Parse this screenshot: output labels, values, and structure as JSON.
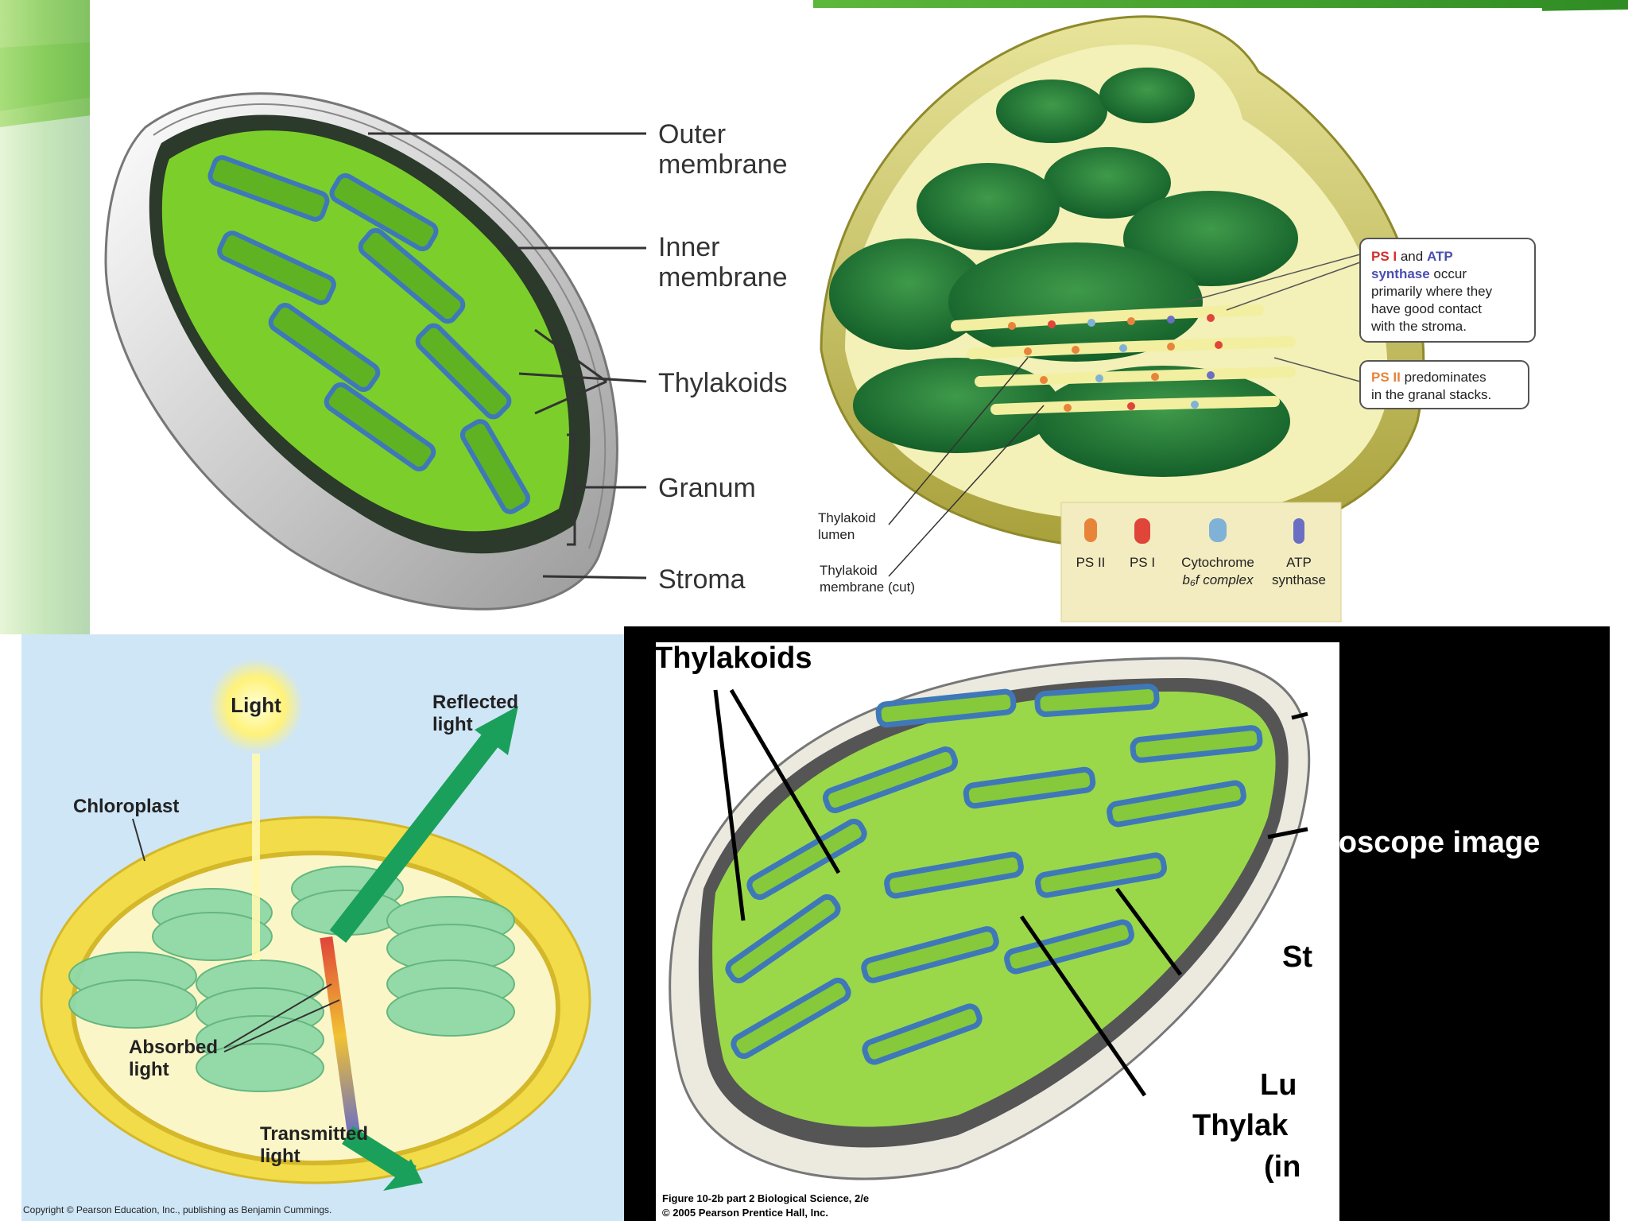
{
  "panel1": {
    "labels": {
      "outer": [
        "Outer",
        "membrane"
      ],
      "inner": [
        "Inner",
        "membrane"
      ],
      "thylakoids": "Thylakoids",
      "granum": "Granum",
      "stroma": "Stroma"
    }
  },
  "panel2": {
    "callout1": {
      "ps1": "PS I",
      "and": " and ",
      "atp": "ATP",
      "synthase": "synthase",
      "rest1": " occur",
      "line3": "primarily where they",
      "line4": "have good contact",
      "line5": "with the stroma."
    },
    "callout2": {
      "ps2": "PS II",
      "rest": " predominates",
      "line2": "in the granal stacks."
    },
    "lumen_label": [
      "Thylakoid",
      "lumen"
    ],
    "membrane_label": [
      "Thylakoid",
      "membrane (cut)"
    ],
    "legend": [
      {
        "name": "PS II",
        "color": "#e8843a"
      },
      {
        "name": "PS I",
        "color": "#e0453a"
      },
      {
        "name": "Cytochrome",
        "name2": "b₆f complex",
        "color": "#7fb2d6"
      },
      {
        "name": "ATP",
        "name2": "synthase",
        "color": "#6a6fc4"
      }
    ]
  },
  "panel3": {
    "light": "Light",
    "reflected": [
      "Reflected",
      "light"
    ],
    "chloroplast": "Chloroplast",
    "absorbed": [
      "Absorbed",
      "light"
    ],
    "transmitted": [
      "Transmitted",
      "light"
    ],
    "copyright": "Copyright © Pearson Education, Inc., publishing as Benjamin Cummings."
  },
  "panel4": {
    "thylakoids": "Thylakoids",
    "microscope": "croscope image",
    "st": "St",
    "lum": "Lu",
    "thylako": "Thylak",
    "ins": "(in",
    "figure_line1": "Figure 10-2b part 2  Biological Science, 2/e",
    "figure_line2": "© 2005 Pearson Prentice Hall, Inc."
  },
  "colors": {
    "slide_green": "#5db83a",
    "chloroplast_green": "#7ccf2a",
    "stack_blue": "#3f78b8"
  }
}
